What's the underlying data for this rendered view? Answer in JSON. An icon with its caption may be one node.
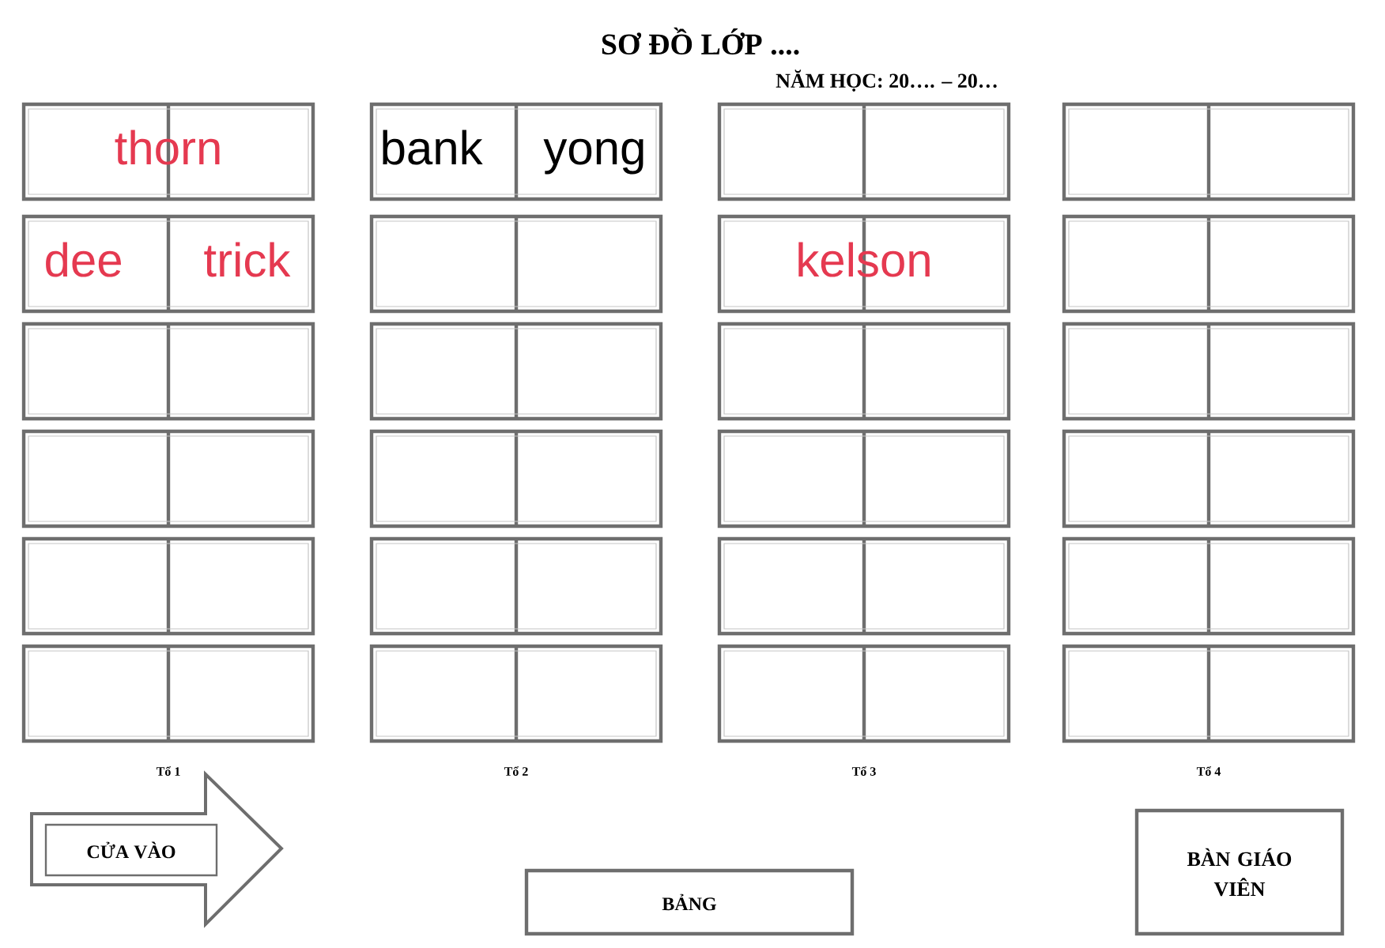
{
  "diagram": {
    "title": "SƠ ĐỒ LỚP ....",
    "nodes": [
      {
        "text": [
          "thorn"
        ]
      },
      {
        "text": [
          "bank",
          "yong"
        ]
      },
      {
        "text": [],
        "shape": "box"
      },
      {
        "text": [],
        "shape": "box"
      },
      {
        "text": [
          "dee",
          "trick"
        ]
      },
      {
        "text": [],
        "shape": "box"
      },
      {
        "text": [
          "kelson"
        ]
      },
      {
        "text": [],
        "shape": "box"
      },
      {
        "text": [],
        "shape": "box"
      },
      {
        "text": [],
        "shape": "box"
      },
      {
        "text": [],
        "shape": "box"
      },
      {
        "text": [],
        "shape": "box"
      },
      {
        "text": [],
        "shape": "box"
      },
      {
        "text": [],
        "shape": "box"
      },
      {
        "text": [],
        "shape": "box"
      },
      {
        "text": [],
        "shape": "box"
      },
      {
        "text": [],
        "shape": "box"
      },
      {
        "text": [],
        "shape": "box"
      },
      {
        "text": [],
        "shape": "box"
      },
      {
        "text": [],
        "shape": "box"
      },
      {
        "text": [],
        "shape": "box"
      },
      {
        "text": [],
        "shape": "box"
      },
      {
        "text": [],
        "shape": "box"
      },
      {
        "text": [],
        "shape": "box"
      },
      {
        "text": [
          "CỬA VÀO"
        ]
      },
      {
        "text": [
          "BẢNG"
        ]
      },
      {
        "text": [
          "BÀN GIÁO VIÊN"
        ]
      }
    ],
    "labels": [
      "NĂM HỌC: 20…. – 20…",
      "Tổ 1",
      "Tổ 2",
      "Tổ 3",
      "Tổ 4"
    ]
  }
}
